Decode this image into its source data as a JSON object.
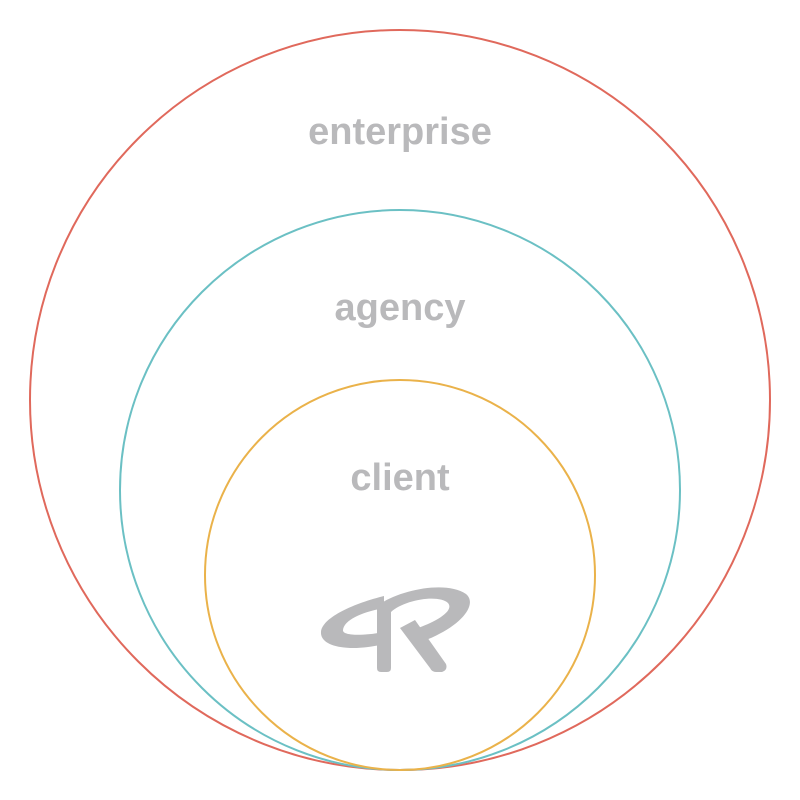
{
  "rings": [
    {
      "id": "enterprise",
      "label": "enterprise",
      "color": "#e0695c"
    },
    {
      "id": "agency",
      "label": "agency",
      "color": "#6bc0c4"
    },
    {
      "id": "client",
      "label": "client",
      "color": "#eab24a"
    }
  ],
  "label_color": "#b9b9bb",
  "logo": {
    "icon": "agency-logo-icon",
    "color": "#b9b9bb"
  }
}
